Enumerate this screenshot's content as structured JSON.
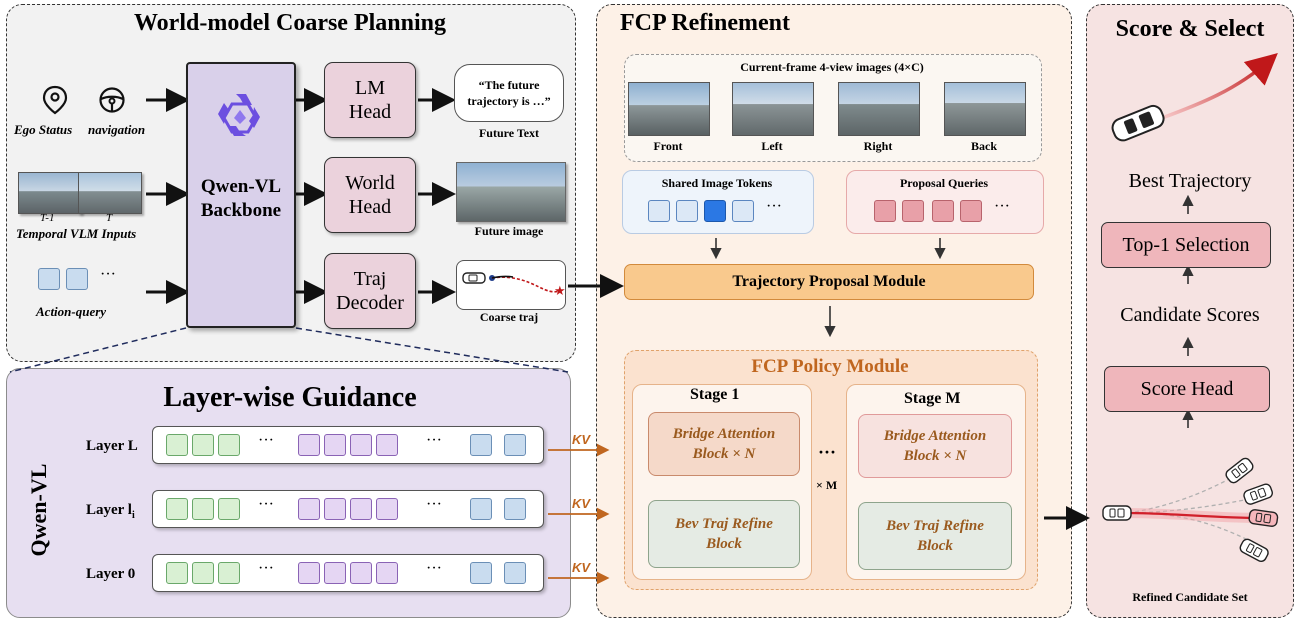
{
  "coarse": {
    "title": "World-model Coarse Planning",
    "ego_status": "Ego Status",
    "navigation": "navigation",
    "temporal_t1": "T-1",
    "temporal_t": "T",
    "temporal_label": "Temporal VLM Inputs",
    "action_query": "Action-query",
    "action_dots": "···",
    "backbone_line1": "Qwen-VL",
    "backbone_line2": "Backbone",
    "lm_head_1": "LM",
    "lm_head_2": "Head",
    "world_head_1": "World",
    "world_head_2": "Head",
    "traj_dec_1": "Traj",
    "traj_dec_2": "Decoder",
    "future_text_quote_1": "“The future",
    "future_text_quote_2": "trajectory is …”",
    "future_text_label": "Future Text",
    "future_image_label": "Future image",
    "coarse_traj_label": "Coarse traj"
  },
  "layerwise": {
    "title": "Layer-wise Guidance",
    "side_label": "Qwen-VL",
    "layer_l": "Layer L",
    "layer_li": "Layer l",
    "layer_li_sub": "i",
    "layer_0": "Layer 0",
    "dots": "···",
    "kv": "KV"
  },
  "fcp": {
    "title": "FCP Refinement",
    "views_title": "Current-frame 4-view images (4×C)",
    "view_front": "Front",
    "view_left": "Left",
    "view_right": "Right",
    "view_back": "Back",
    "shared_tokens": "Shared Image Tokens",
    "proposal_queries": "Proposal Queries",
    "dots": "···",
    "proposal_module": "Trajectory Proposal Module",
    "policy_title": "FCP Policy Module",
    "stage1": "Stage 1",
    "stageM": "Stage M",
    "bridge_1": "Bridge Attention",
    "bridge_2": "Block × N",
    "bev_1": "Bev Traj Refine",
    "bev_2": "Block",
    "mid_dots": "···",
    "times_m": "× M"
  },
  "score": {
    "title": "Score & Select",
    "best_traj": "Best Trajectory",
    "top1": "Top-1 Selection",
    "candidate_scores": "Candidate Scores",
    "score_head": "Score Head",
    "refined_set": "Refined Candidate Set"
  }
}
